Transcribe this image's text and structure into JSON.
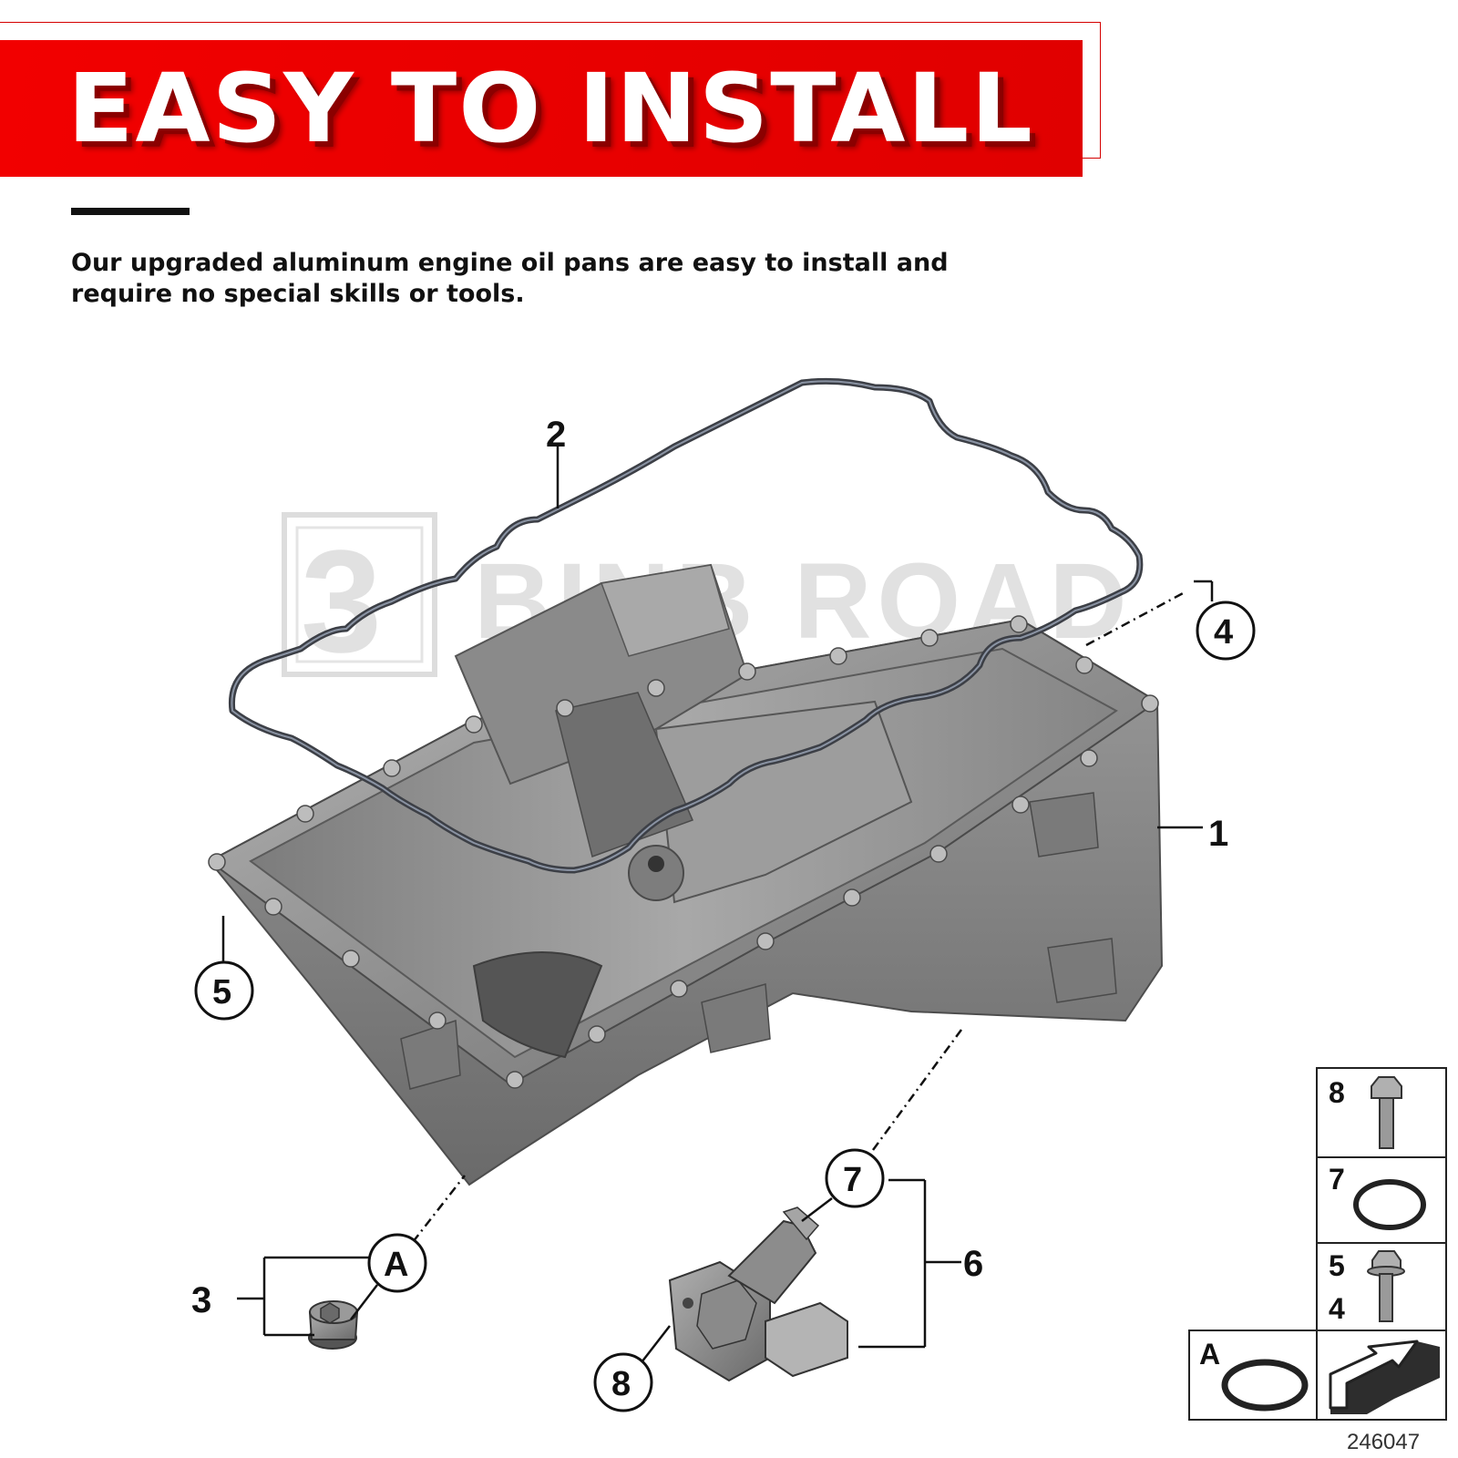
{
  "banner": {
    "title": "EASY TO INSTALL",
    "background_color": "#e60000"
  },
  "description": "Our upgraded aluminum engine oil pans are easy to install and require no special skills or tools.",
  "watermark": {
    "mark": "3",
    "text": "BINB ROAD"
  },
  "callouts": {
    "oil_pan": "1",
    "gasket": "2",
    "drain_plug": "3",
    "bolt_4": "4",
    "bolt_5": "5",
    "sensor": "6",
    "sensor_seal": "7",
    "sensor_bolt": "8",
    "plug_seal": "A"
  },
  "legend": {
    "rows": [
      {
        "labels": [
          "8"
        ],
        "icon": "bolt-icon"
      },
      {
        "labels": [
          "7"
        ],
        "icon": "o-ring-icon"
      },
      {
        "labels": [
          "5",
          "4"
        ],
        "icon": "flange-bolt-icon"
      }
    ],
    "bottom_left_label": "A",
    "bottom_left_icon": "o-ring-icon",
    "bottom_right_icon": "arrow-icon"
  },
  "reference_number": "246047"
}
